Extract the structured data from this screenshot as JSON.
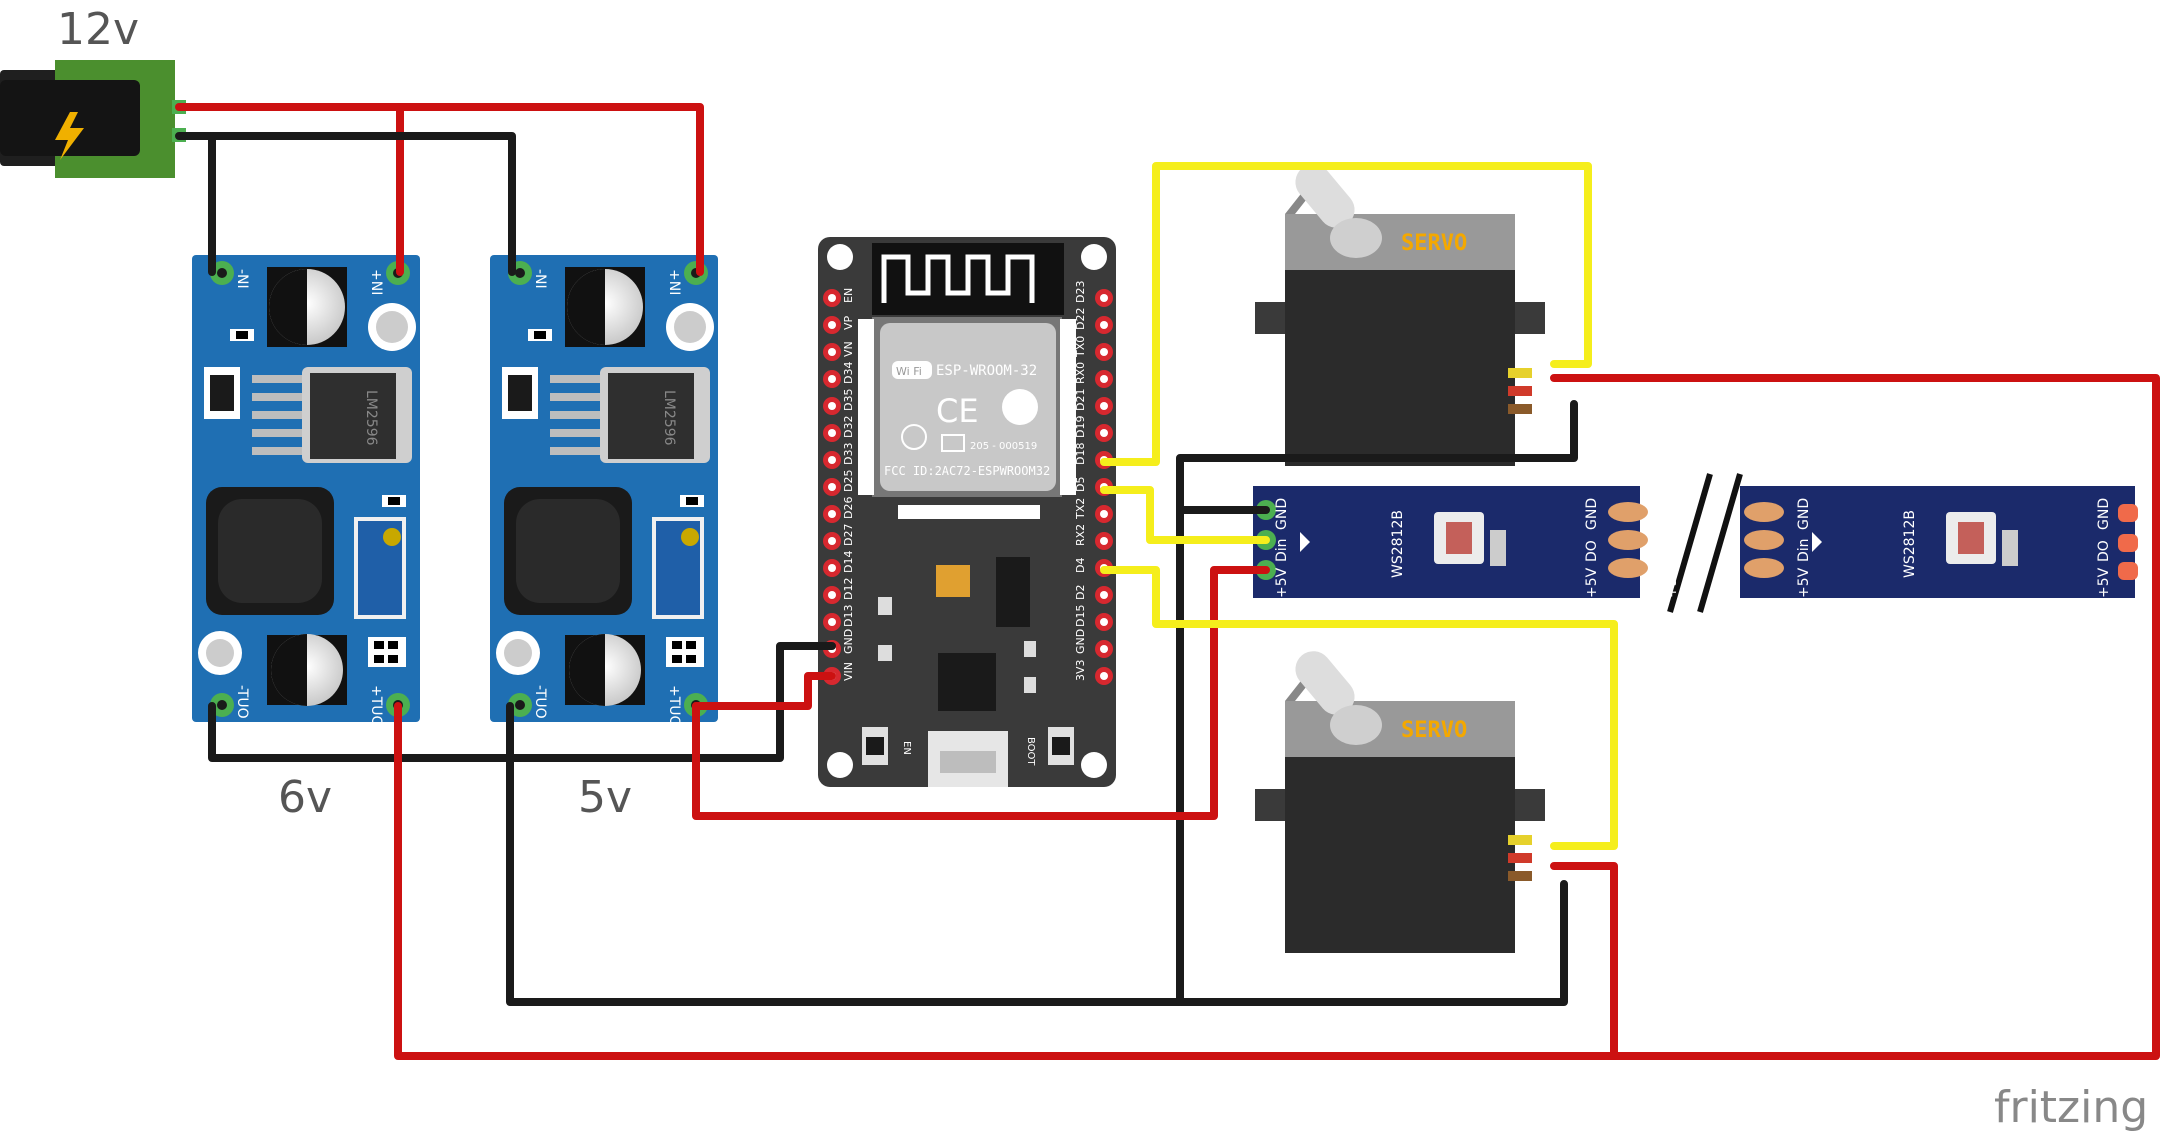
{
  "labels": {
    "supply_voltage": "12v",
    "buck1_voltage": "6v",
    "buck2_voltage": "5v",
    "watermark": "fritzing"
  },
  "buck_converter": {
    "pin_in_minus": "-NI",
    "pin_in_plus": "+NI",
    "pin_out_minus": "-TUO",
    "pin_out_plus": "+TUO",
    "chip": "LM2596"
  },
  "esp32": {
    "module": "ESP-WROOM-32",
    "fcc": "FCC ID:2AC72-ESPWROOM32",
    "cert": "205 - 000519",
    "wifi": "Wi Fi",
    "ce": "CE",
    "btn_en": "EN",
    "btn_boot": "BOOT",
    "left_pins": [
      "EN",
      "VP",
      "VN",
      "D34",
      "D35",
      "D32",
      "D33",
      "D25",
      "D26",
      "D27",
      "D14",
      "D12",
      "D13",
      "GND",
      "VIN"
    ],
    "right_pins": [
      "D23",
      "D22",
      "TX0",
      "RX0",
      "D21",
      "D19",
      "D18",
      "D5",
      "TX2",
      "RX2",
      "D4",
      "D2",
      "D15",
      "GND",
      "3V3"
    ]
  },
  "servo": {
    "label": "SERVO"
  },
  "led_strip": {
    "chip": "WS2812B",
    "pin_gnd": "GND",
    "pin_din": "Din",
    "pin_5v": "+5V",
    "pin_do": "DO"
  },
  "colors": {
    "wire_red": "#cc1111",
    "wire_black": "#1a1a1a",
    "wire_yellow": "#f5ee1c",
    "buck_board": "#1f6fb3",
    "esp_board": "#3a3a3a",
    "strip": "#1b2a6b",
    "servo_body": "#2b2b2b",
    "servo_label": "#f4a800"
  }
}
